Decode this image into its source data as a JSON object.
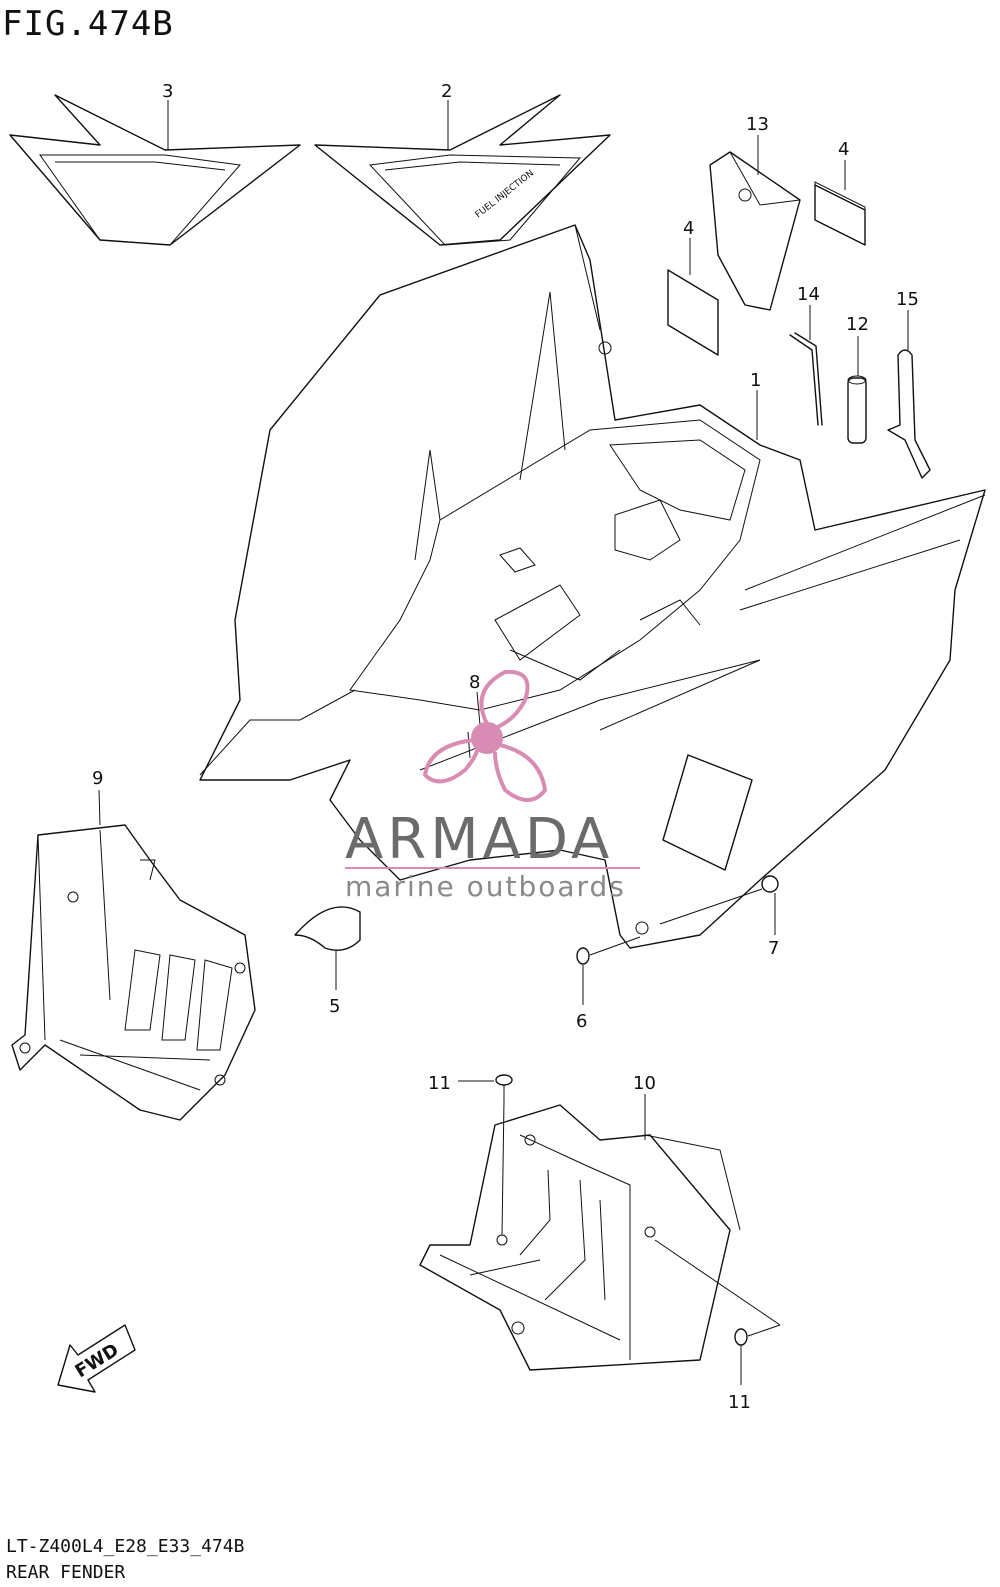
{
  "figure": {
    "title": "FIG.474B",
    "model_code": "LT-Z400L4_E28_E33_474B",
    "caption": "REAR FENDER"
  },
  "callouts": [
    "1",
    "2",
    "3",
    "4",
    "4",
    "5",
    "6",
    "7",
    "8",
    "9",
    "10",
    "11",
    "11",
    "12",
    "13",
    "14",
    "15"
  ],
  "decal_text": "FUEL INJECTION",
  "fwd_label": "FWD",
  "watermark": {
    "brand": "ARMADA",
    "tagline": "marine outboards",
    "colors": {
      "logo": "#d98cb3",
      "text": "#6b6b6b"
    }
  }
}
